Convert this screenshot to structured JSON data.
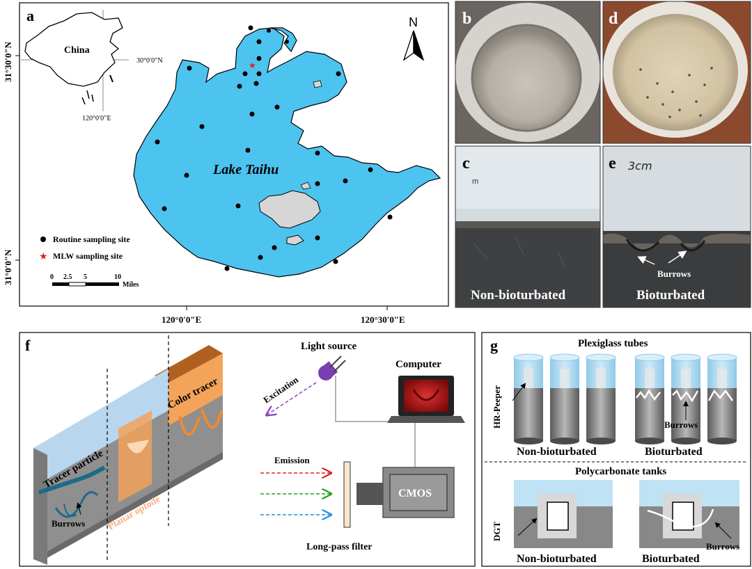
{
  "panel_a": {
    "letter": "a",
    "inset_label": "China",
    "inset_lat": "30°0′0″N",
    "inset_lon": "120°0′0″E",
    "north": "N",
    "lake_name": "Lake Taihu",
    "lat_top": "31°30′0″N",
    "lat_bottom": "31°0′0″N",
    "lon_left": "120°0′0″E",
    "lon_right": "120°30′0″E",
    "legend_routine": "Routine sampling site",
    "legend_mlw": "MLW sampling site",
    "scale_ticks": [
      "0",
      "2.5",
      "5",
      "10"
    ],
    "scale_unit": "Miles",
    "lake_color": "#4dc3f0",
    "mlw_color": "#e02020"
  },
  "panel_b": {
    "letter": "b"
  },
  "panel_d": {
    "letter": "d"
  },
  "panel_c": {
    "letter": "c",
    "caption": "Non-bioturbated",
    "side_note": "m"
  },
  "panel_e": {
    "letter": "e",
    "caption": "Bioturbated",
    "annotation": "Burrows",
    "handwriting": "3cm"
  },
  "panel_f": {
    "letter": "f",
    "tracer_particle": "Tracer particle",
    "planar_optode": "Planar optode",
    "color_tracer": "Color tracer",
    "burrows": "Burrows",
    "light_source": "Light source",
    "excitation": "Excitation",
    "computer": "Computer",
    "emission": "Emission",
    "cmos": "CMOS",
    "filter": "Long-pass filter",
    "excitation_color": "#8a3fc0",
    "emission_colors": [
      "#e02020",
      "#20a020",
      "#2090e0"
    ]
  },
  "panel_g": {
    "letter": "g",
    "top_title": "Plexiglass tubes",
    "peeper_label": "HR-Peeper",
    "burrows": "Burrows",
    "non_bio": "Non-bioturbated",
    "bio": "Bioturbated",
    "bottom_title": "Polycarbonate tanks",
    "dgt_label": "DGT",
    "bottom_non_bio": "Non-bioturbated",
    "bottom_bio": "Bioturbated",
    "bottom_burrows": "Burrows"
  }
}
